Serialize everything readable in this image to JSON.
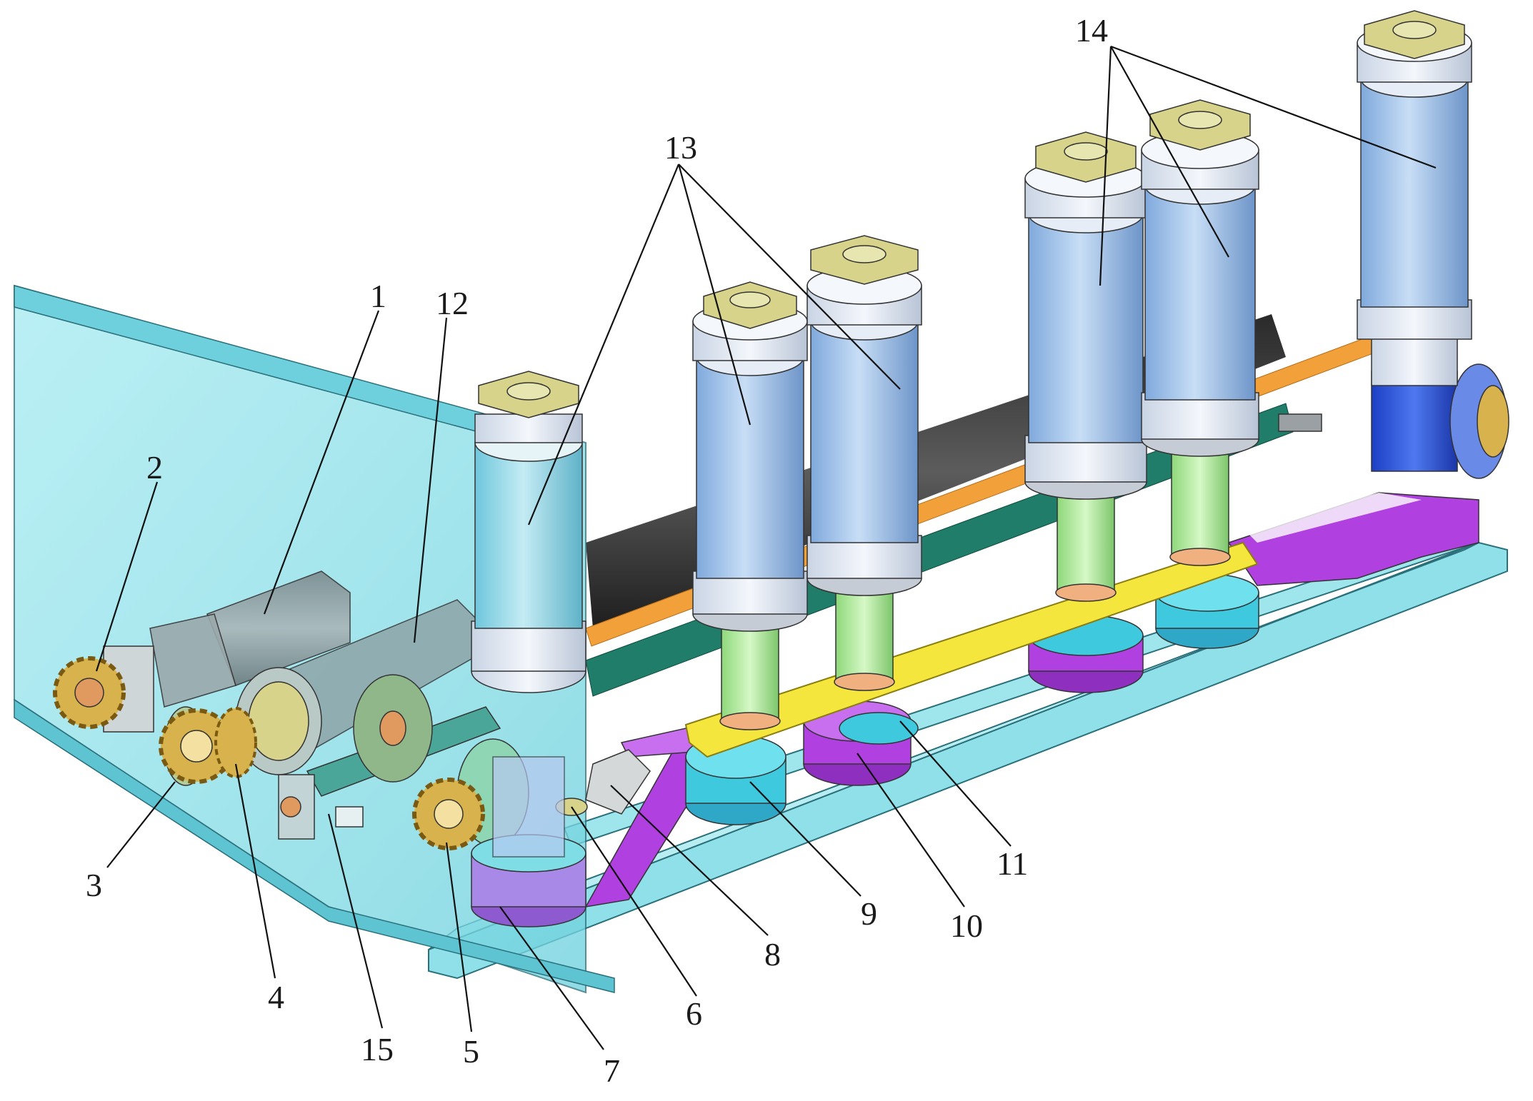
{
  "figure": {
    "callouts": [
      {
        "id": "c1",
        "label": "1"
      },
      {
        "id": "c2",
        "label": "2"
      },
      {
        "id": "c3",
        "label": "3"
      },
      {
        "id": "c4",
        "label": "4"
      },
      {
        "id": "c5",
        "label": "5"
      },
      {
        "id": "c6",
        "label": "6"
      },
      {
        "id": "c7",
        "label": "7"
      },
      {
        "id": "c8",
        "label": "8"
      },
      {
        "id": "c9",
        "label": "9"
      },
      {
        "id": "c10",
        "label": "10"
      },
      {
        "id": "c11",
        "label": "11"
      },
      {
        "id": "c12",
        "label": "12"
      },
      {
        "id": "c13",
        "label": "13"
      },
      {
        "id": "c14",
        "label": "14"
      },
      {
        "id": "c15",
        "label": "15"
      }
    ]
  },
  "colors": {
    "frame": "#8fe0e8",
    "panel": "#7fdde6",
    "roller_body": "#9fc6ee",
    "roller_cap": "#dde6f2",
    "flange": "#d8d38a",
    "shaft_green": "#b9f0a0",
    "bar_yellow": "#f4e63c",
    "link_purple": "#b040e0",
    "disc_cyan": "#3fc9de",
    "rod_orange": "#f2a03a",
    "rod_teal": "#1f7d6a",
    "rod_black": "#3a3a3a",
    "sprocket": "#d8b24c",
    "motor_grey": "#8f9fa3",
    "bracket_blue": "#2a4fd8"
  }
}
